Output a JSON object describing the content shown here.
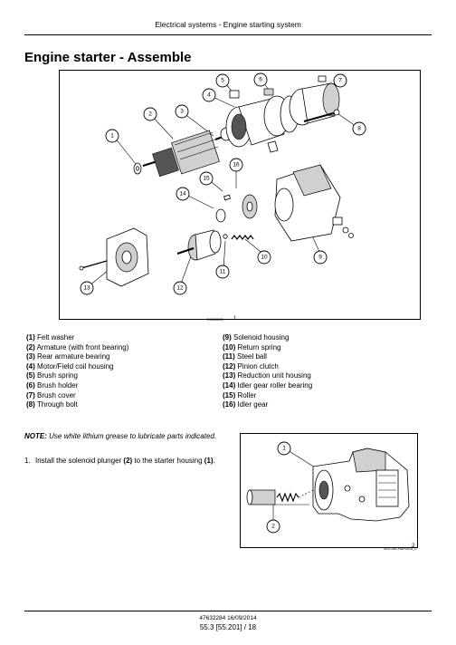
{
  "header": {
    "title": "Electrical systems - Engine starting system"
  },
  "page_title": "Engine starter - Assemble",
  "figure1": {
    "id": "20062285",
    "number": "1",
    "callouts": [
      "1",
      "2",
      "3",
      "4",
      "5",
      "6",
      "7",
      "8",
      "9",
      "10",
      "11",
      "12",
      "13",
      "14",
      "15",
      "16"
    ]
  },
  "legend": {
    "left": [
      {
        "num": "(1)",
        "text": " Felt washer"
      },
      {
        "num": "(2)",
        "text": " Armature (with front bearing)"
      },
      {
        "num": "(3)",
        "text": " Rear armature bearing"
      },
      {
        "num": "(4)",
        "text": " Motor/Field coil housing"
      },
      {
        "num": "(5)",
        "text": " Brush spring"
      },
      {
        "num": "(6)",
        "text": " Brush holder"
      },
      {
        "num": "(7)",
        "text": " Brush cover"
      },
      {
        "num": "(8)",
        "text": " Through bolt"
      }
    ],
    "right": [
      {
        "num": "(9)",
        "text": " Solenoid housing"
      },
      {
        "num": "(10)",
        "text": " Return spring"
      },
      {
        "num": "(11)",
        "text": " Steel ball"
      },
      {
        "num": "(12)",
        "text": " Pinion clutch"
      },
      {
        "num": "(13)",
        "text": " Reduction unit housing"
      },
      {
        "num": "(14)",
        "text": " Idler gear roller bearing"
      },
      {
        "num": "(15)",
        "text": " Roller"
      },
      {
        "num": "(16)",
        "text": " Idler gear"
      }
    ]
  },
  "note": {
    "label": "NOTE:",
    "text": " Use white lithium grease to lubricate parts indicated."
  },
  "step1": {
    "num": "1.",
    "text_a": "Install the solenoid plunger ",
    "ref_a": "(2)",
    "text_b": " to the starter housing ",
    "ref_b": "(1)",
    "text_c": "."
  },
  "figure2": {
    "id": "SEIC05CHAP0016_0",
    "number": "2",
    "callouts": [
      "1",
      "2"
    ]
  },
  "footer": {
    "line1": "47632284 16/09/2014",
    "line2": "55.3 [55.201] / 18"
  }
}
